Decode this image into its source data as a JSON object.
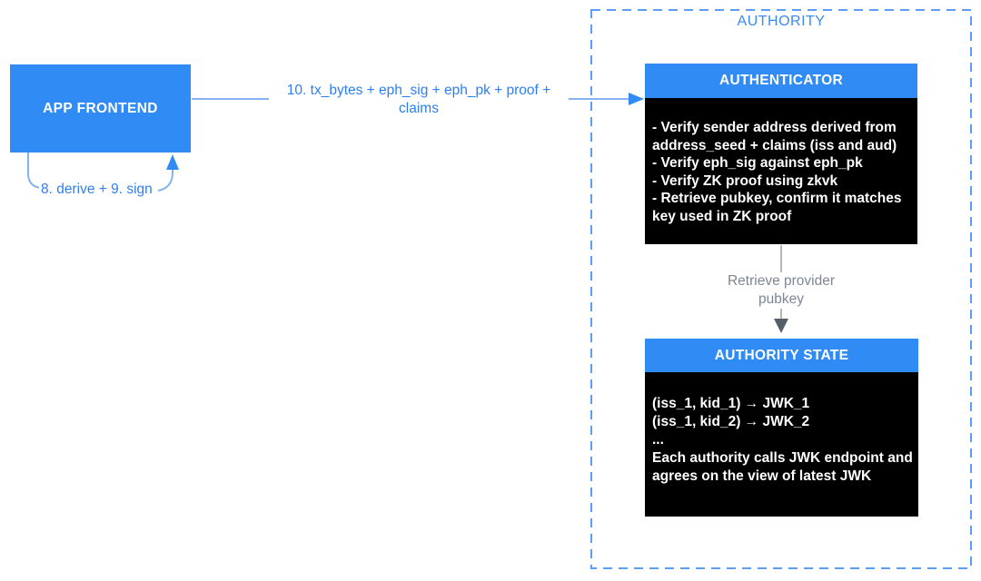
{
  "colors": {
    "accent_blue": "#318BF4",
    "line_blue": "#85B2F0",
    "text_blue": "#2D7FF1",
    "dash_blue": "#5C9DF5",
    "title_blue": "#3C8BF0",
    "gray_text": "#7D8794",
    "gray_line": "#9BA1A9",
    "gray_arrow": "#565E68",
    "node_black": "#000000"
  },
  "nodes": {
    "app_frontend": {
      "label": "APP FRONTEND"
    },
    "authenticator": {
      "title": "AUTHENTICATOR",
      "items": [
        "- Verify sender address derived from address_seed + claims (iss and aud)",
        "- Verify eph_sig against eph_pk",
        "- Verify ZK proof using zkvk",
        "- Retrieve pubkey, confirm it matches key used in ZK proof"
      ]
    },
    "authority_state": {
      "title": "AUTHORITY STATE",
      "items": [
        "(iss_1, kid_1) → JWK_1",
        "(iss_1, kid_2) → JWK_2",
        "...",
        "Each authority calls JWK endpoint and agrees on the view of latest JWK"
      ]
    }
  },
  "groups": {
    "authority": {
      "label": "AUTHORITY"
    }
  },
  "edges": {
    "self_loop": {
      "label": "8. derive + 9. sign"
    },
    "request": {
      "label": "10. tx_bytes + eph_sig + eph_pk + proof + claims"
    },
    "retrieve": {
      "label": "Retrieve provider pubkey"
    }
  }
}
